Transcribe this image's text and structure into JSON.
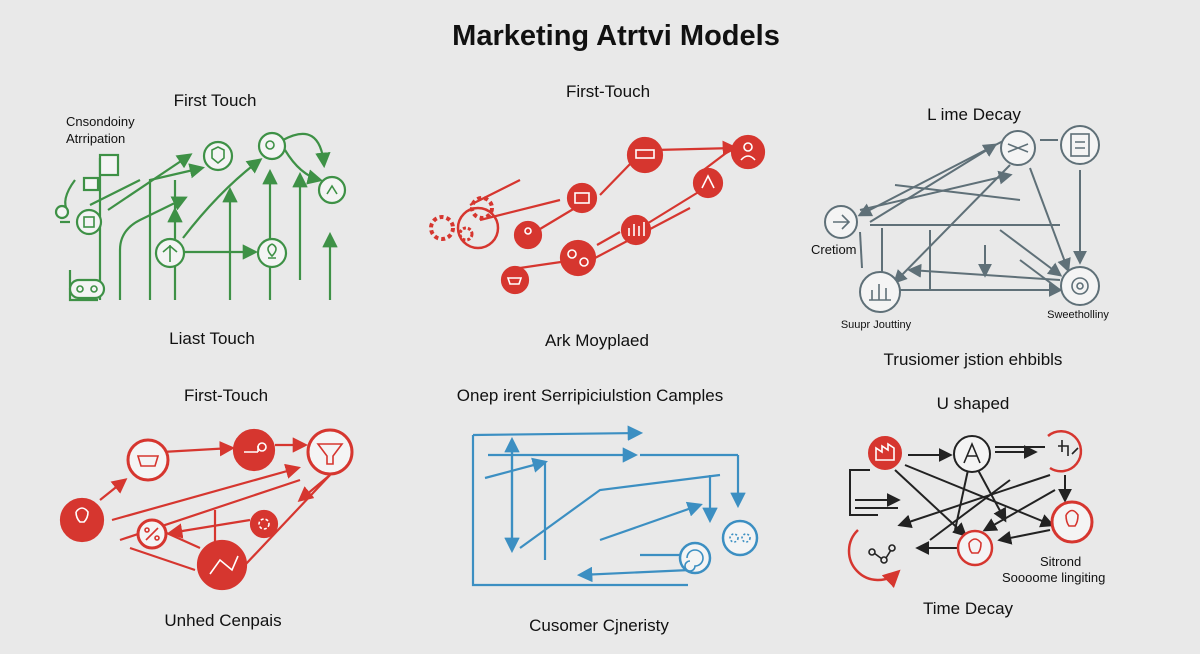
{
  "title": "Marketing Atrtvi Models",
  "colors": {
    "green": "#3e9146",
    "red": "#d6362f",
    "gray": "#5f7078",
    "blue": "#3c8fc2",
    "dark": "#111111"
  },
  "panels": {
    "p1": {
      "title": "First Touch",
      "caption": "Liast Touch",
      "side_label_line1": "Cnsondoiny",
      "side_label_line2": "Atrripation"
    },
    "p2": {
      "title": "First-Touch",
      "caption": "Ark Moyplaed"
    },
    "p3": {
      "title": "L ime Decay",
      "caption": "Trusiomer jstion ehbibls",
      "label_left": "Cretiom",
      "label_bottom_left": "Suupr Jouttiny",
      "label_bottom_right": "Sweetholliny"
    },
    "p4": {
      "title": "First-Touch",
      "caption": "Unhed Cenpais"
    },
    "p5": {
      "title": "Onep irent Serripiciulstion Camples",
      "caption": "Cusomer Cjneristy"
    },
    "p6": {
      "title": "U shaped",
      "caption": "Time Decay",
      "label_right_line1": "Sitrond",
      "label_right_line2": "Soooome lingiting"
    }
  },
  "icons": {
    "p1": [
      "shield-icon",
      "puzzle-icon",
      "thumbs-icon",
      "grid-icon",
      "tree-icon",
      "lightbulb-icon",
      "phone-icon",
      "link-icon",
      "document-icon"
    ],
    "p2": [
      "gear-icon",
      "gear-small-icon",
      "person-icon",
      "car-icon",
      "chart-icon",
      "cog-network-icon",
      "bar-chart-icon",
      "rocket-icon",
      "user-icon",
      "cart-icon"
    ],
    "p3": [
      "arrow-right-icon",
      "network-icon",
      "dashboard-icon",
      "clipboard-icon",
      "at-sign-icon"
    ],
    "p4": [
      "cart-icon",
      "key-icon",
      "funnel-icon",
      "lightbulb-icon",
      "percent-icon",
      "gear-icon",
      "network-icon"
    ],
    "p5": [
      "spiral-icon",
      "gear-icon"
    ],
    "p6": [
      "factory-icon",
      "letter-a-icon",
      "meeting-icon",
      "lightbulb-icon",
      "lightbulb-icon",
      "network-icon"
    ]
  }
}
